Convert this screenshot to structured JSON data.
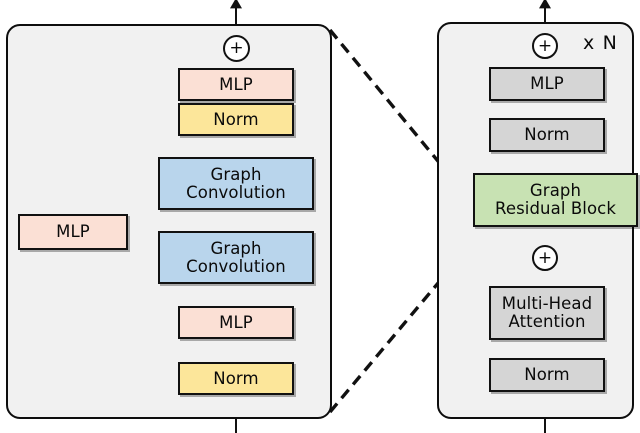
{
  "figure": {
    "title": "Graph Residual Block and Transformer Block architecture diagram",
    "background_color": "#ffffff",
    "panel_fill": "#f1f1f1",
    "stroke_color": "#111111"
  },
  "colors": {
    "mlp_pink": "#fbe0d5",
    "norm_yellow": "#fce69a",
    "graph_conv_blue": "#b9d5ec",
    "gray": "#d5d5d5",
    "green": "#c8e2b3",
    "panel": "#f1f1f1",
    "line": "#111111"
  },
  "left_panel": {
    "name": "graph-residual-block-detail",
    "nodes": {
      "norm": "Norm",
      "mlp_bottom": "MLP",
      "graph_conv_lower": "Graph\nConvolution",
      "graph_conv_upper": "Graph\nConvolution",
      "norm_top": "Norm",
      "mlp_top": "MLP",
      "mlp_skip": "MLP"
    },
    "adder": "+"
  },
  "right_panel": {
    "name": "transformer-block-with-graph-residual-block",
    "repeat_label": "x N",
    "nodes": {
      "norm_bottom": "Norm",
      "multi_head_attention": "Multi-Head\nAttention",
      "graph_residual_block": "Graph\nResidual Block",
      "norm_top": "Norm",
      "mlp_top": "MLP"
    },
    "adder_lower": "+",
    "adder_upper": "+"
  },
  "connectors": {
    "expansion_lines": "dashed-zoom-lines",
    "attention_fanout": "three-arrows-qkv"
  }
}
